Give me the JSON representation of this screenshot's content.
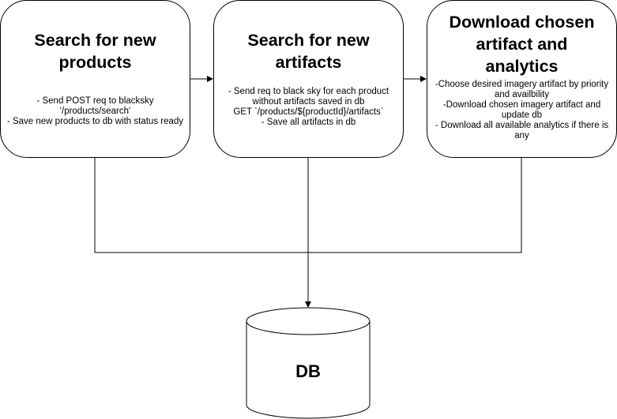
{
  "boxes": [
    {
      "title_lines": [
        "Search for new",
        "products"
      ],
      "desc_lines": [
        "- Send POST req to blacksky",
        "'/products/search'",
        "- Save new products to db with status ready"
      ]
    },
    {
      "title_lines": [
        "Search for new",
        "artifacts"
      ],
      "desc_lines": [
        "- Send req to black sky for each product",
        "without artifacts saved in db",
        "GET `/products/${productId}/artifacts`",
        "- Save all artifacts in db"
      ]
    },
    {
      "title_lines": [
        "Download chosen",
        "artifact and",
        "analytics"
      ],
      "desc_lines": [
        "-Choose desired imagery artifact by priority",
        "and availbility",
        "-Download chosen imagery artifact and",
        "update db",
        "- Download all available analytics if there is",
        "any"
      ]
    }
  ],
  "database": {
    "label": "DB"
  }
}
